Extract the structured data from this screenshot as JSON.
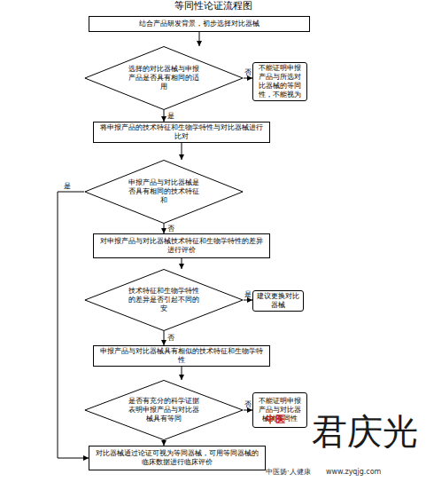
{
  "diagram": {
    "title": "等同性论证流程图",
    "nodes": [
      {
        "text": [
          "结合产品研发背景，初步选择对比器械"
        ]
      },
      {
        "text": [
          "选择的对比器械与申报产品是否具有相同的适用"
        ]
      },
      {
        "text": [
          "不能证明申报产品与所选对比器械的等同性，不能视为"
        ]
      },
      {
        "text": [
          "将申报产品的技术特征和生物学特性与对比器械进行比对"
        ]
      },
      {
        "text": [
          "申报产品与对比器械是否具有相同的技术特征和"
        ]
      },
      {
        "text": [
          "对申报产品与对比器械技术特征和生物学特性的差异进行评价"
        ]
      },
      {
        "text": [
          "技术特征和生物学特性的差异是否引起不同的安"
        ]
      },
      {
        "text": [
          "建议更换对比器械"
        ]
      },
      {
        "text": [
          "申报产品与对比器械具有相似的技术特征和生物学特性"
        ]
      },
      {
        "text": [
          "是否有充分的科学证据表明申报产品与对比器械具有等同"
        ]
      },
      {
        "text": [
          "不能证明申报产品与对比器械的等同性"
        ]
      },
      {
        "text": [
          "对比器械通过论证可视为等同器械，可用等同器械的临床数据进行临床评价"
        ]
      }
    ],
    "edges": [
      {
        "from": 0,
        "to": 1,
        "arrow": "to"
      },
      {
        "from": 1,
        "to": 2,
        "label": "否",
        "arrow": "to"
      },
      {
        "from": 1,
        "to": 3,
        "label": "是",
        "arrow": "to"
      },
      {
        "from": 3,
        "to": 4,
        "arrow": "to"
      },
      {
        "from": 4,
        "to": 11,
        "label": "是",
        "arrow": "to"
      },
      {
        "from": 4,
        "to": 5,
        "label": "否",
        "arrow": "to"
      },
      {
        "from": 5,
        "to": 6,
        "arrow": "to"
      },
      {
        "from": 6,
        "to": 7,
        "label": "是",
        "arrow": "to"
      },
      {
        "from": 6,
        "to": 8,
        "label": "否",
        "arrow": "to"
      },
      {
        "from": 8,
        "to": 9,
        "arrow": "to"
      },
      {
        "from": 9,
        "to": 10,
        "label": "否",
        "arrow": "to"
      },
      {
        "from": 9,
        "to": 11,
        "arrow": "to"
      }
    ],
    "labels": [
      "中医",
      "君庆光",
      "中医扬·人健康",
      "www.zyqjg.com"
    ]
  }
}
